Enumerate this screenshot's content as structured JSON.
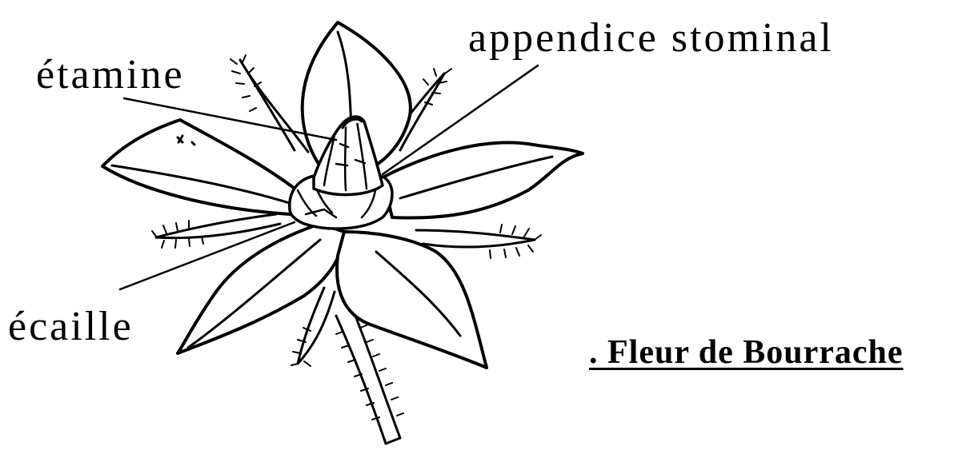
{
  "labels": {
    "appendice": "appendice  stominal",
    "etamine": "étamine",
    "ecaille": "écaille"
  },
  "title": ". Fleur  de  Bourrache",
  "colors": {
    "ink": "#000000",
    "paper": "#ffffff"
  }
}
